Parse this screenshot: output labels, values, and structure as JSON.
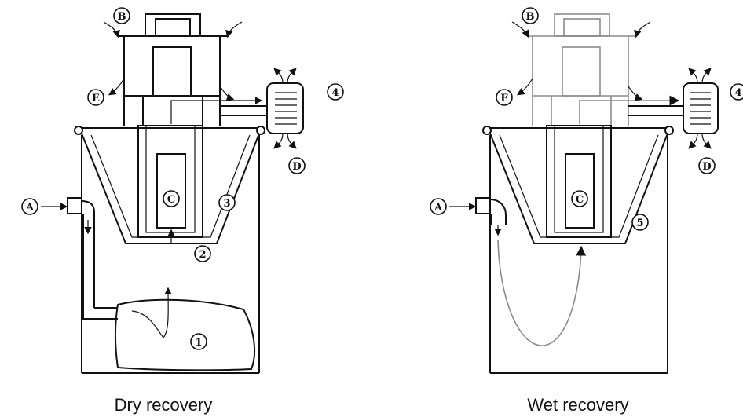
{
  "panels": {
    "dry": {
      "caption": "Dry recovery"
    },
    "wet": {
      "caption": "Wet recovery"
    }
  },
  "callouts": {
    "dry": {
      "B": "B",
      "E": "E",
      "A": "A",
      "C": "C",
      "D": "D",
      "n1": "1",
      "n2": "2",
      "n3": "3",
      "n4": "4"
    },
    "wet": {
      "B": "B",
      "F": "F",
      "A": "A",
      "C": "C",
      "D": "D",
      "n4": "4",
      "n5": "5"
    }
  }
}
